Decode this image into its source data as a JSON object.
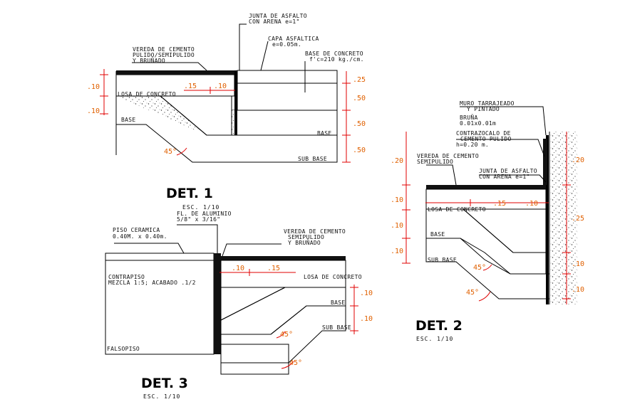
{
  "det1": {
    "title": "DET. 1",
    "scale": "ESC. 1/10",
    "labels": {
      "junta1": "JUNTA DE ASFALTO",
      "junta2": "CON ARENA e=1\"",
      "vereda1": "VEREDA DE CEMENTO",
      "vereda2": "PULIDO/SEMIPULIDO",
      "vereda3": "Y BRUÑADO",
      "capa1": "CAPA ASFALTICA",
      "capa2": "e=0.05m.",
      "base_c1": "BASE DE CONCRETO",
      "base_c2": "f'c=210 kg./cm.",
      "losa": "LOSA DE CONCRETO",
      "base_left": "BASE",
      "base_right": "BASE",
      "sub_base": "SUB BASE",
      "angle": "45°"
    },
    "dims": {
      "left1": ".10",
      "left2": ".10",
      "h1": ".15",
      "h2": ".10",
      "r1": ".25",
      "r2": ".50",
      "r3": ".50",
      "r4": ".50"
    }
  },
  "det2": {
    "title": "DET. 2",
    "scale": "ESC. 1/10",
    "labels": {
      "muro1": "MURO TARRAJEADO",
      "muro2": "Y PINTADO",
      "bruna1": "BRUÑA",
      "bruna2": "0.01x0.01m",
      "contra1": "CONTRAZOCALO DE",
      "contra2": "CEMENTO PULIDO",
      "contra3": "h=0.20 m.",
      "vereda1": "VEREDA DE CEMENTO",
      "vereda2": "SEMIPULIDO",
      "junta1": "JUNTA DE ASFALTO",
      "junta2": "CON ARENA e=1\"",
      "losa": "LOSA DE CONCRETO",
      "base": "BASE",
      "sub_base": "SUB BASE",
      "angle1": "45°",
      "angle2": "45°"
    },
    "dims": {
      "l1": ".20",
      "l2": ".10",
      "l3": ".10",
      "l4": ".10",
      "h1": ".15",
      "h2": ".10",
      "r1": ".20",
      "r2": ".25",
      "r3": ".10",
      "r4": ".10"
    }
  },
  "det3": {
    "title": "DET. 3",
    "scale": "ESC. 1/10",
    "labels": {
      "fl1": "FL. DE ALUMINIO",
      "fl2": "5/8\" x 3/16\"",
      "piso1": "PISO CERAMICA",
      "piso2": "0.40M. x 0.40m.",
      "vereda1": "VEREDA DE CEMENTO",
      "vereda2": "SEMIPULIDO",
      "vereda3": "Y BRUÑADO",
      "contra1": "CONTRAPISO",
      "contra2": "MEZCLA 1:5; ACABADO .1/2",
      "losa": "LOSA DE CONCRETO",
      "base": "BASE",
      "sub_base": "SUB BASE",
      "falso": "FALSOPISO",
      "angle1": "45°",
      "angle2": "45°"
    },
    "dims": {
      "h1": ".10",
      "h2": ".15",
      "r1": ".10",
      "r2": ".10"
    }
  }
}
